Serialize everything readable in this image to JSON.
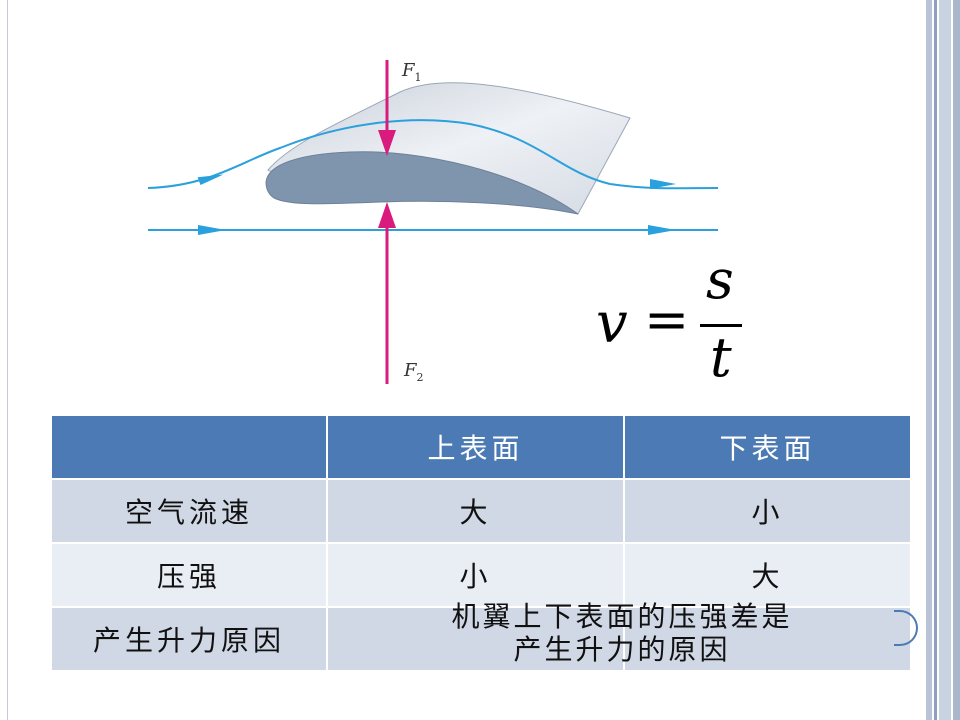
{
  "diagram": {
    "force_top": {
      "letter": "F",
      "subscript": "1"
    },
    "force_bottom": {
      "letter": "F",
      "subscript": "2"
    }
  },
  "formula": {
    "lhs": "v",
    "equals": "=",
    "numerator": "s",
    "denominator": "t"
  },
  "table": {
    "header": [
      "",
      "上表面",
      "下表面"
    ],
    "rows": [
      [
        "空气流速",
        "大",
        "小"
      ],
      [
        "压强",
        "小",
        "大"
      ],
      [
        "产生升力原因",
        "",
        ""
      ]
    ]
  },
  "conclusion": {
    "line1": "机翼上下表面的压强差是",
    "line2": "产生升力的原因"
  },
  "colors": {
    "header_bg": "#4c7ab5",
    "row_dark": "#d0d7e5",
    "row_light": "#e9edf4",
    "streamline": "#2aa0dc",
    "force_arrow": "#d81b7d",
    "wing_top": "#dfe4ec",
    "wing_bottom": "#7f94ad"
  }
}
